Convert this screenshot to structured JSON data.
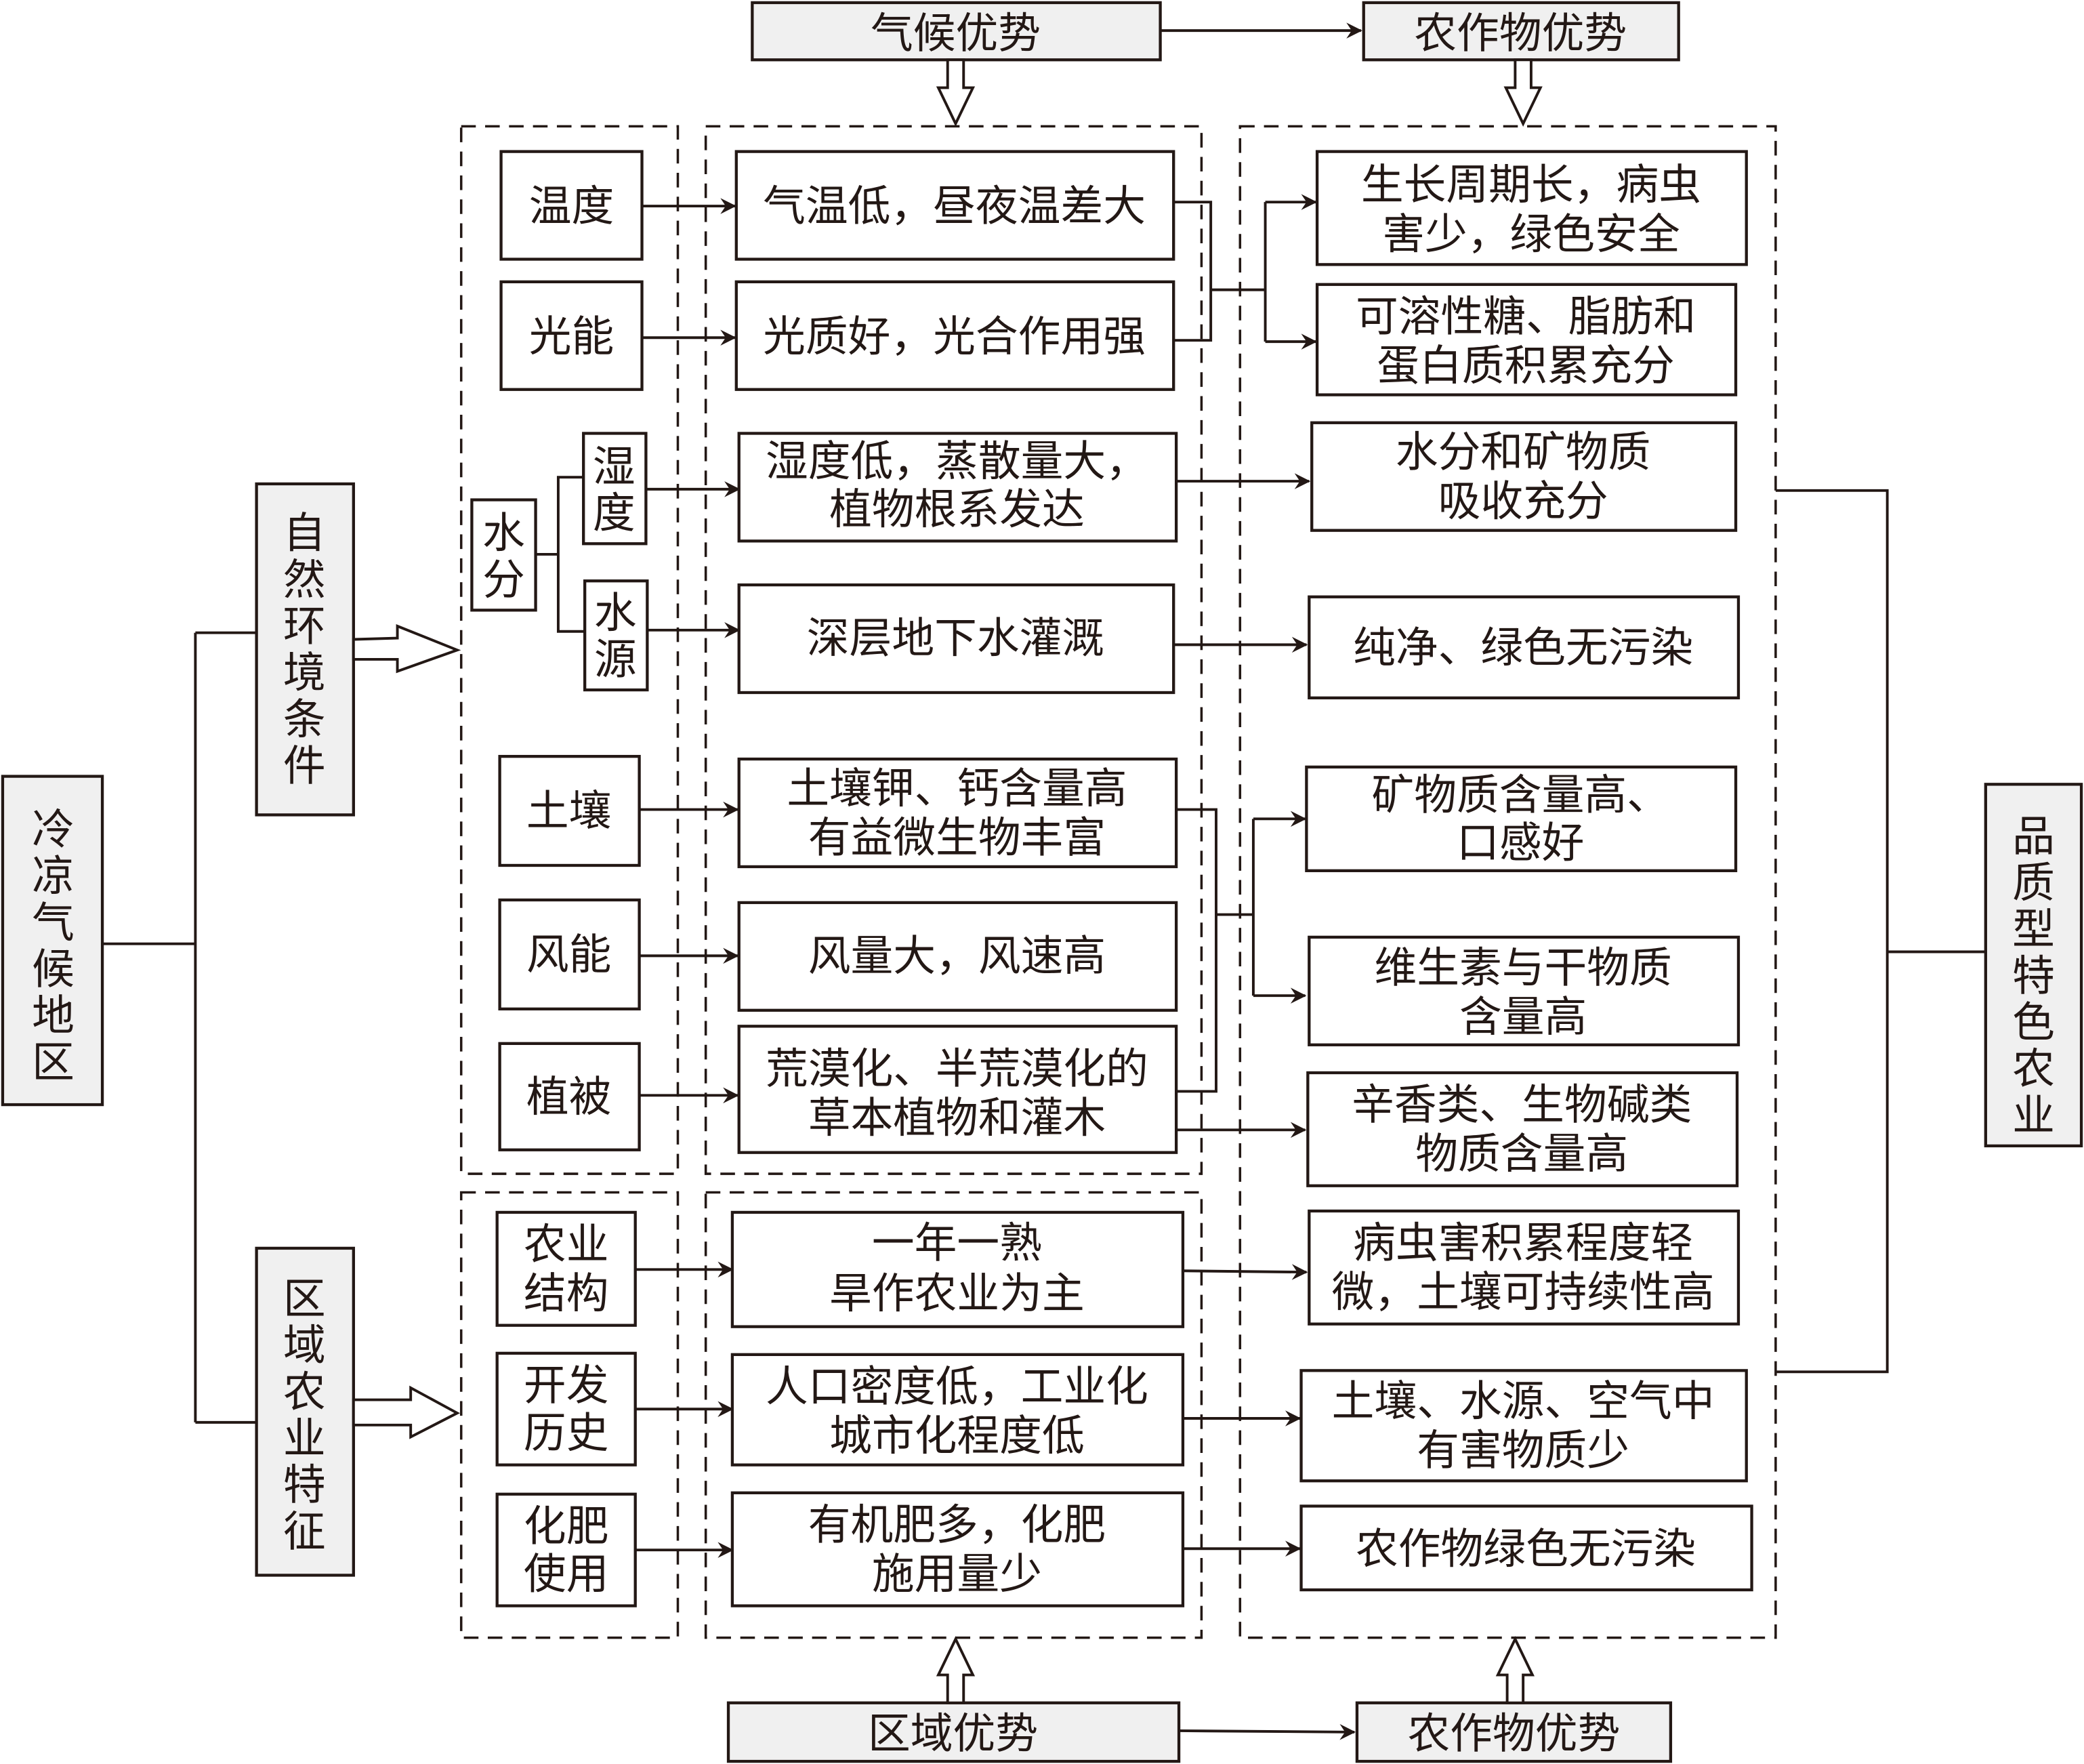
{
  "diagram": {
    "root": "冷凉气候地区",
    "result": "品质型特色农业",
    "branches": {
      "natural": "自然环境条件",
      "regional": "区域农业特征"
    },
    "headers": {
      "climate_advantage": "气候优势",
      "crop_advantage_top": "农作物优势",
      "regional_advantage": "区域优势",
      "crop_advantage_bottom": "农作物优势"
    },
    "water": {
      "label": "水分",
      "humidity": "湿度",
      "water_source": "水源"
    },
    "factors": {
      "temperature": "温度",
      "light": "光能",
      "soil": "土壤",
      "wind": "风能",
      "vegetation": "植被",
      "agri_structure": [
        "农业",
        "结构"
      ],
      "dev_history": [
        "开发",
        "历史"
      ],
      "fertilizer": [
        "化肥",
        "使用"
      ]
    },
    "conditions": {
      "temperature": [
        "气温低，昼夜温差大"
      ],
      "light": [
        "光质好，光合作用强"
      ],
      "humidity": [
        "湿度低，蒸散量大，",
        "植物根系发达"
      ],
      "water_source": [
        "深层地下水灌溉"
      ],
      "soil": [
        "土壤钾、钙含量高",
        "有益微生物丰富"
      ],
      "wind": [
        "风量大，风速高"
      ],
      "vegetation": [
        "荒漠化、半荒漠化的",
        "草本植物和灌木"
      ],
      "agri_structure": [
        "一年一熟",
        "旱作农业为主"
      ],
      "dev_history": [
        "人口密度低，工业化",
        "城市化程度低"
      ],
      "fertilizer": [
        "有机肥多，化肥",
        "施用量少"
      ]
    },
    "outcomes": {
      "growth": [
        "生长周期长，病虫",
        "害少，绿色安全"
      ],
      "sugar": [
        "可溶性糖、脂肪和",
        "蛋白质积累充分"
      ],
      "absorption": [
        "水分和矿物质",
        "吸收充分"
      ],
      "pure": [
        "纯净、绿色无污染"
      ],
      "mineral": [
        "矿物质含量高、",
        "口感好"
      ],
      "vitamin": [
        "维生素与干物质",
        "含量高"
      ],
      "spice": [
        "辛香类、生物碱类",
        "物质含量高"
      ],
      "pest": [
        "病虫害积累程度轻",
        "微，土壤可持续性高"
      ],
      "harmful": [
        "土壤、水源、空气中",
        "有害物质少"
      ],
      "green": [
        "农作物绿色无污染"
      ]
    },
    "colors": {
      "ink": "#231815",
      "gray_fill": "#f0f0f0"
    }
  }
}
